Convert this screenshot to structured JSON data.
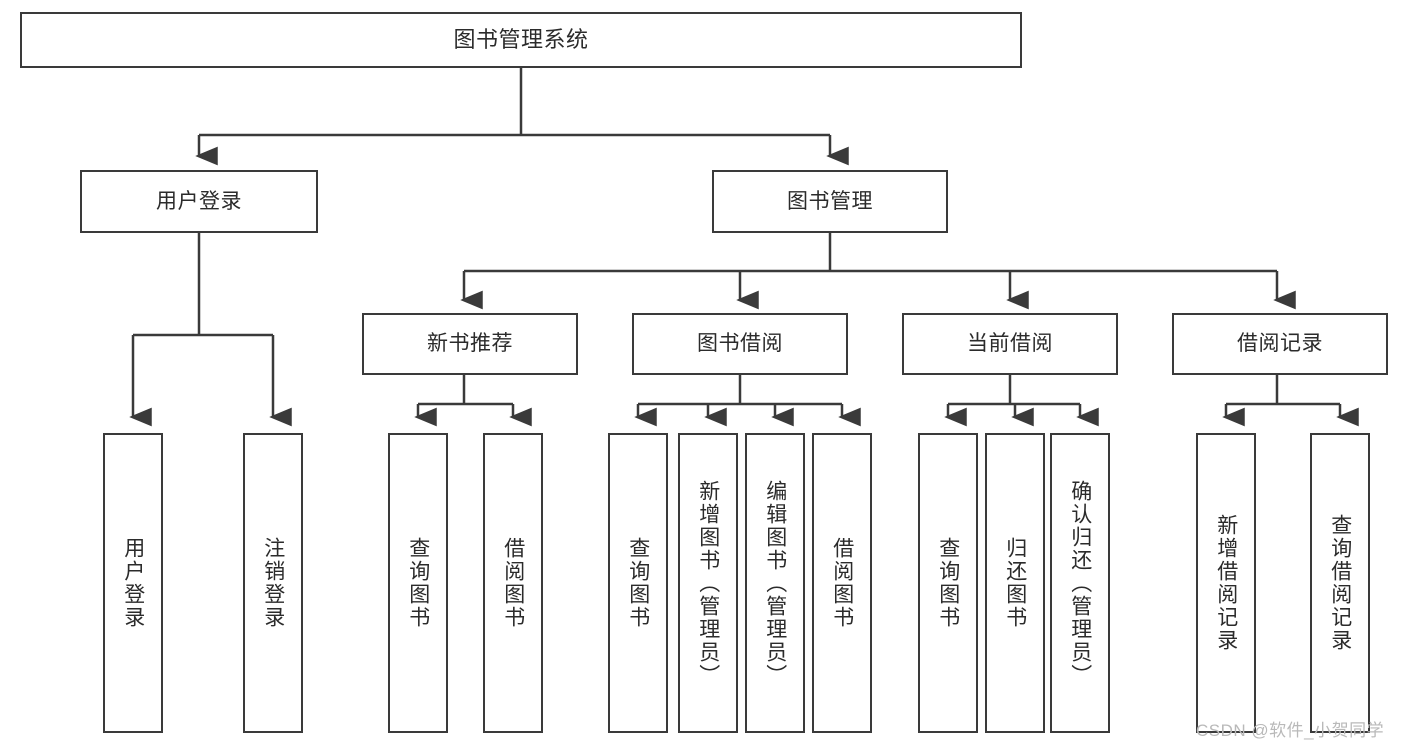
{
  "diagram": {
    "title": "图书管理系统",
    "type": "hierarchy-tree",
    "root": {
      "label": "图书管理系统"
    },
    "level1": [
      {
        "label": "用户登录"
      },
      {
        "label": "图书管理"
      }
    ],
    "level2": [
      {
        "label": "新书推荐"
      },
      {
        "label": "图书借阅"
      },
      {
        "label": "当前借阅"
      },
      {
        "label": "借阅记录"
      }
    ],
    "leaves": {
      "user_login": [
        {
          "label": "用户登录"
        },
        {
          "label": "注销登录"
        }
      ],
      "new_book_recommend": [
        {
          "label": "查询图书"
        },
        {
          "label": "借阅图书"
        }
      ],
      "book_borrow": [
        {
          "label": "查询图书"
        },
        {
          "label": "新增图书（管理员）"
        },
        {
          "label": "编辑图书（管理员）"
        },
        {
          "label": "借阅图书"
        }
      ],
      "current_borrow": [
        {
          "label": "查询图书"
        },
        {
          "label": "归还图书"
        },
        {
          "label": "确认归还（管理员）"
        }
      ],
      "borrow_record": [
        {
          "label": "新增借阅记录"
        },
        {
          "label": "查询借阅记录"
        }
      ]
    }
  },
  "watermark": {
    "text": "CSDN @软件_小贺同学"
  },
  "colors": {
    "stroke": "#3a3a3a",
    "background": "#ffffff",
    "text": "#2b2b2b",
    "watermark": "#b9b9b9"
  }
}
